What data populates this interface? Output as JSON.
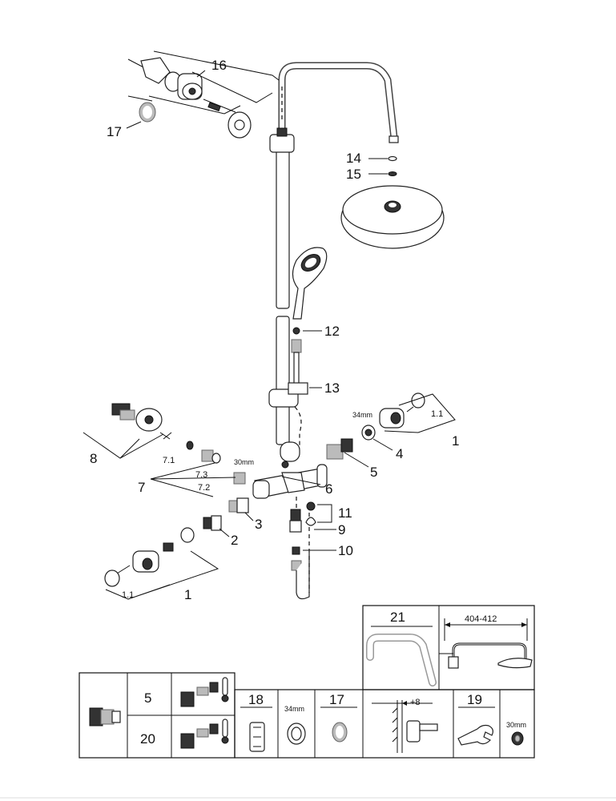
{
  "callouts": {
    "c16": "16",
    "c17": "17",
    "c14": "14",
    "c15": "15",
    "c12": "12",
    "c13": "13",
    "c8": "8",
    "c7": "7",
    "c7_1": "7.1",
    "c7_2": "7.2",
    "c7_3": "7.3",
    "c30mm": "30mm",
    "c6": "6",
    "c5": "5",
    "c4": "4",
    "c34mm": "34mm",
    "c1_1_right": "1.1",
    "c1_right": "1",
    "c11": "11",
    "c9": "9",
    "c10": "10",
    "c3": "3",
    "c2": "2",
    "c1_left": "1",
    "c1_1_left": "1.1"
  },
  "panel_top_right": {
    "label": "21",
    "dimension": "404-412"
  },
  "panel_bottom": {
    "row_a_label": "5",
    "row_b_label": "20",
    "tile_18": "18",
    "tile_34mm": "34mm",
    "tile_17": "17",
    "tile_plus8": "+8",
    "tile_19": "19",
    "tile_30mm": "30mm"
  },
  "icons": [
    "thermometer-icon",
    "wrench-icon",
    "nut-icon",
    "ring-icon",
    "shower-head-icon",
    "hand-shower-icon"
  ]
}
